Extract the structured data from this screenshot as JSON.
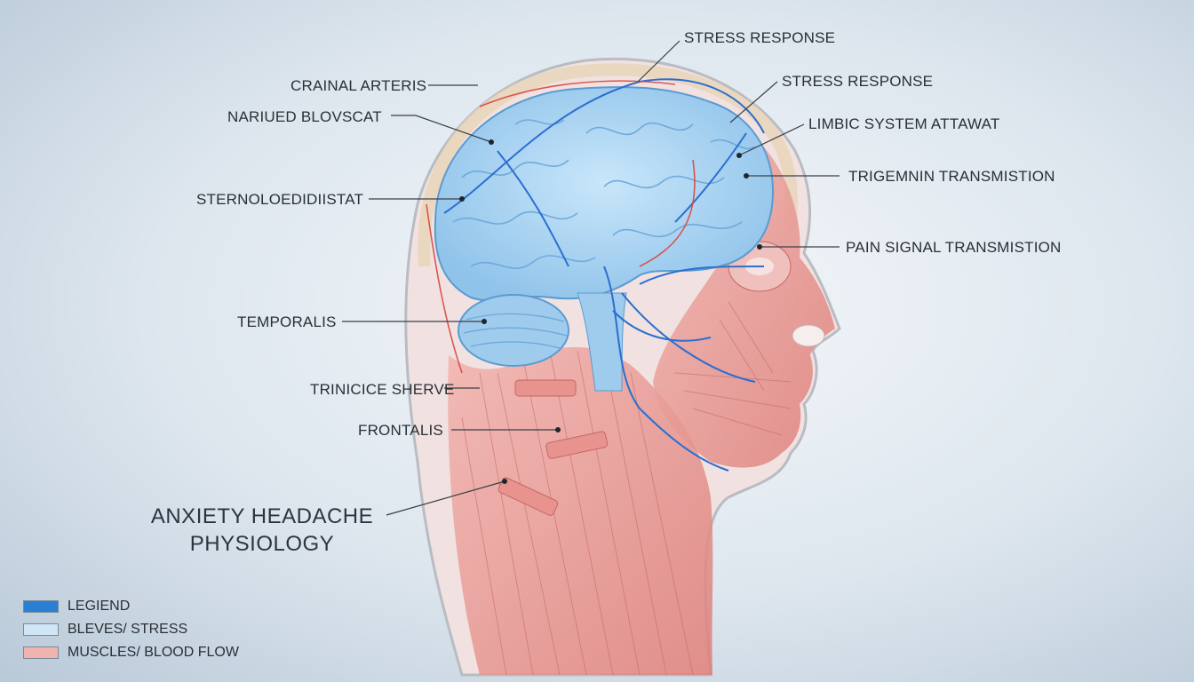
{
  "title": {
    "line1": "ANXIETY HEADACHE",
    "line2": "PHYSIOLOGY"
  },
  "labels": [
    {
      "id": "stress-response-top",
      "text": "STRESS RESPONSE"
    },
    {
      "id": "cranial-arteris",
      "text": "CRAINAL ARTERIS"
    },
    {
      "id": "stress-response-2",
      "text": "STRESS RESPONSE"
    },
    {
      "id": "naried-blovscat",
      "text": "NARIUED  BLOVSCAT"
    },
    {
      "id": "limbic-system",
      "text": "LIMBIC SYSTEM ATTAWAT"
    },
    {
      "id": "trigeminal-transmission",
      "text": "TRIGEMNIN TRANSMISTION"
    },
    {
      "id": "sternoloedidiistat",
      "text": "STERNOLOEDIDIISTAT"
    },
    {
      "id": "pain-signal-transmission",
      "text": "PAIN SIGNAL TRANSMISTION"
    },
    {
      "id": "temporalis",
      "text": "TEMPORALIS"
    },
    {
      "id": "trinicice-sherve",
      "text": "TRINICICE SHERVE"
    },
    {
      "id": "frontalis",
      "text": "FRONTALIS"
    }
  ],
  "legend": [
    {
      "text": "LEGIEND",
      "color": "#2a7fd4"
    },
    {
      "text": "BLEVES/ STRESS",
      "color": "#cfe6f7"
    },
    {
      "text": "MUSCLES/ BLOOD FLOW",
      "color": "#f0b4b0"
    }
  ],
  "colors": {
    "nerve_blue": "#2a6fd0",
    "brain_fill": "#a9d3f2",
    "muscle_red": "#e48a86",
    "skin": "#f2e6e4"
  }
}
